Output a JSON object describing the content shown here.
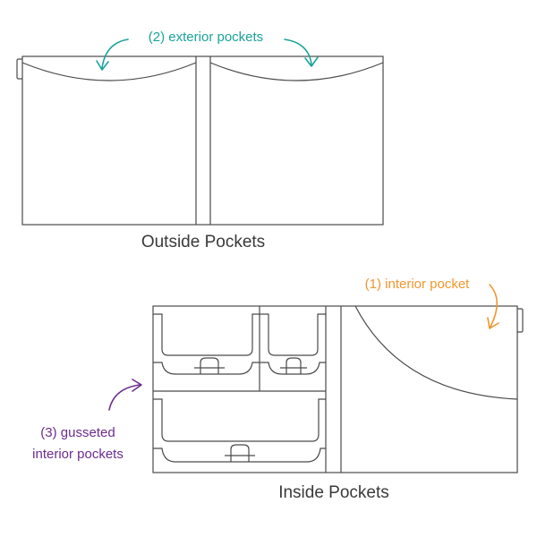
{
  "colors": {
    "line": "#4a4a4a",
    "teal": "#1aa39a",
    "orange": "#f0962e",
    "purple": "#6a2c8e"
  },
  "outside": {
    "caption": "Outside Pockets",
    "exterior_note": "(2) exterior pockets"
  },
  "inside": {
    "caption": "Inside Pockets",
    "interior_note": "(1) interior pocket",
    "gusseted_note_line1": "(3) gusseted",
    "gusseted_note_line2": "interior pockets"
  }
}
